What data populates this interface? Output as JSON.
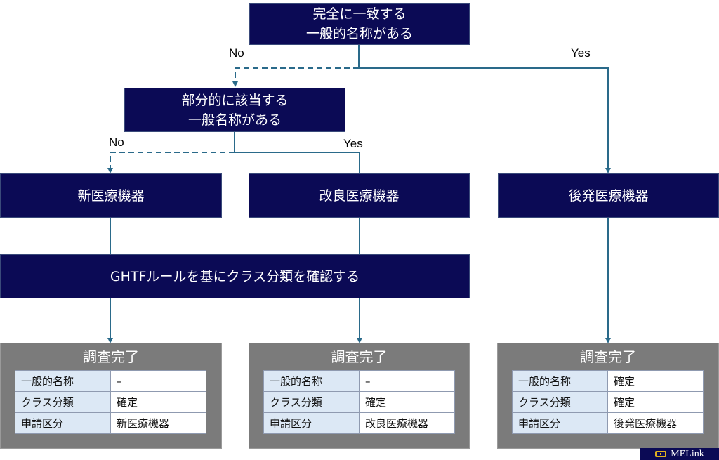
{
  "colors": {
    "node_bg": "#0b0a55",
    "connector": "#2a6a8a",
    "result_bg": "#7b7b7b",
    "key_cell_bg": "#dce8f5"
  },
  "nodes": {
    "q1": "完全に一致する\n一般的名称がある",
    "q2": "部分的に該当する\n一般名称がある",
    "new_device": "新医療機器",
    "improved_device": "改良医療機器",
    "generic_device": "後発医療機器",
    "ghtf": "GHTFルールを基にクラス分類を確認する"
  },
  "edge_labels": {
    "q1_no": "No",
    "q1_yes": "Yes",
    "q2_no": "No",
    "q2_yes": "Yes"
  },
  "results": [
    {
      "title": "調査完了",
      "rows": [
        {
          "key": "一般的名称",
          "value": "–"
        },
        {
          "key": "クラス分類",
          "value": "確定"
        },
        {
          "key": "申請区分",
          "value": "新医療機器"
        }
      ]
    },
    {
      "title": "調査完了",
      "rows": [
        {
          "key": "一般的名称",
          "value": "–"
        },
        {
          "key": "クラス分類",
          "value": "確定"
        },
        {
          "key": "申請区分",
          "value": "改良医療機器"
        }
      ]
    },
    {
      "title": "調査完了",
      "rows": [
        {
          "key": "一般的名称",
          "value": "確定"
        },
        {
          "key": "クラス分類",
          "value": "確定"
        },
        {
          "key": "申請区分",
          "value": "後発医療機器"
        }
      ]
    }
  ],
  "logo": {
    "icon": "link-icon",
    "text": "MELink"
  }
}
